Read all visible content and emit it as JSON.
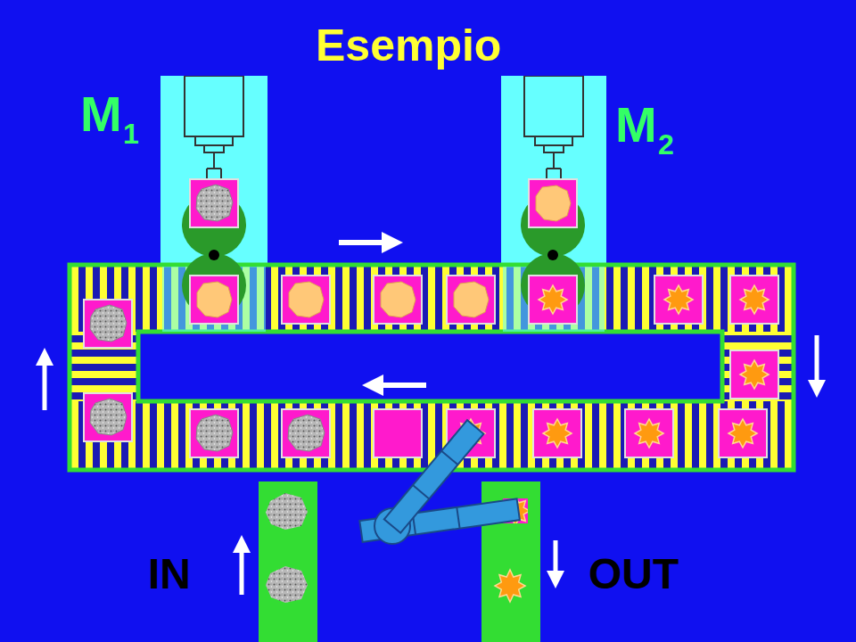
{
  "diagram": {
    "title": "Esempio",
    "labels": [
      "M",
      "1",
      "M",
      "2",
      "IN",
      "OUT"
    ]
  }
}
